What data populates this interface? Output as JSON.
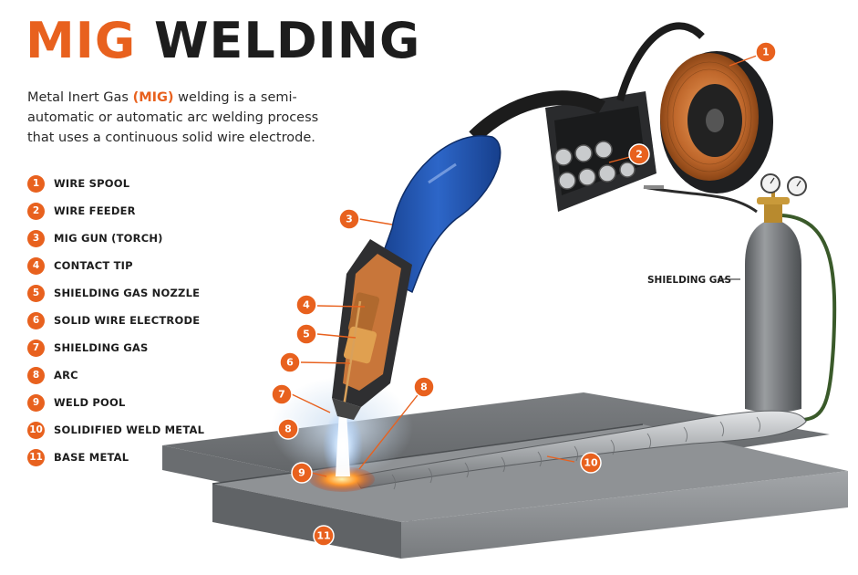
{
  "title": {
    "part1": "MIG",
    "part2": "WELDING"
  },
  "description": {
    "before": "Metal Inert Gas ",
    "highlight": "(MIG)",
    "after": " welding is a semi-automatic or automatic arc welding process that uses a continuous solid wire electrode."
  },
  "legend": [
    {
      "num": "1",
      "label": "WIRE SPOOL"
    },
    {
      "num": "2",
      "label": "WIRE FEEDER"
    },
    {
      "num": "3",
      "label": "MIG GUN (TORCH)"
    },
    {
      "num": "4",
      "label": "CONTACT TIP"
    },
    {
      "num": "5",
      "label": "SHIELDING GAS NOZZLE"
    },
    {
      "num": "6",
      "label": "SOLID WIRE ELECTRODE"
    },
    {
      "num": "7",
      "label": "SHIELDING GAS"
    },
    {
      "num": "8",
      "label": "ARC"
    },
    {
      "num": "9",
      "label": "WELD POOL"
    },
    {
      "num": "10",
      "label": "SOLIDIFIED WELD METAL"
    },
    {
      "num": "11",
      "label": "BASE METAL"
    }
  ],
  "gas_cylinder_label": "SHIELDING GAS",
  "callouts": [
    {
      "num": "1"
    },
    {
      "num": "2"
    },
    {
      "num": "3"
    },
    {
      "num": "4"
    },
    {
      "num": "5"
    },
    {
      "num": "6"
    },
    {
      "num": "7"
    },
    {
      "num": "8"
    },
    {
      "num": "8"
    },
    {
      "num": "9"
    },
    {
      "num": "10"
    },
    {
      "num": "11"
    }
  ],
  "colors": {
    "accent": "#e8611e",
    "torch_blue": "#2458b8",
    "copper": "#c8763a",
    "steel": "#8a8d90",
    "cylinder": "#6f7275",
    "hose_green": "#3a5a2a"
  }
}
